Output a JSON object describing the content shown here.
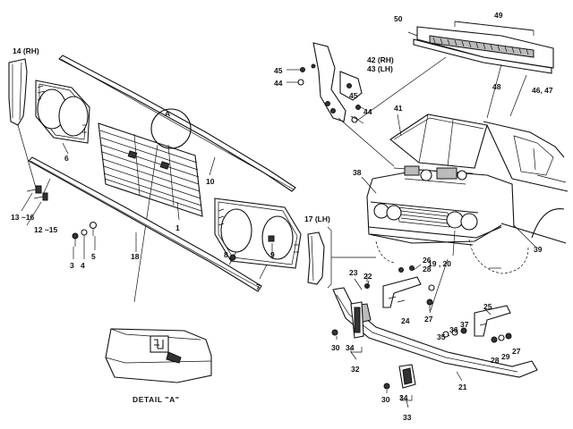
{
  "labels": {
    "l14": "14 (RH)",
    "l6": "6",
    "l10": "10",
    "l1": "1",
    "l13": "13 ~16",
    "l12": "12 ~15",
    "l3": "3",
    "l4": "4",
    "l5": "5",
    "l18": "18",
    "l8": "8",
    "l9": "9",
    "l7": "7",
    "l17": "17 (LH)",
    "lA": "A",
    "detail": "DETAIL \"A\"",
    "l49": "49",
    "l50": "50",
    "l48": "48",
    "l4647": "46, 47",
    "l42": "42 (RH)",
    "l43": "43 (LH)",
    "l45a": "45",
    "l44a": "44",
    "l45b": "45",
    "l44b": "44",
    "l41": "41",
    "l38": "38",
    "l39": "39",
    "l1920": "19 , 20",
    "l23": "23",
    "l22": "22",
    "l26": "26",
    "l28a": "28",
    "l24": "24",
    "l27a": "27",
    "l25": "25",
    "l37": "37",
    "l36": "36",
    "l35": "35",
    "l28b": "28",
    "l29": "29",
    "l27b": "27",
    "l30a": "30",
    "l34a": "34",
    "l32": "32",
    "l21": "21",
    "l34b": "34",
    "l30b": "30",
    "l33": "33"
  }
}
